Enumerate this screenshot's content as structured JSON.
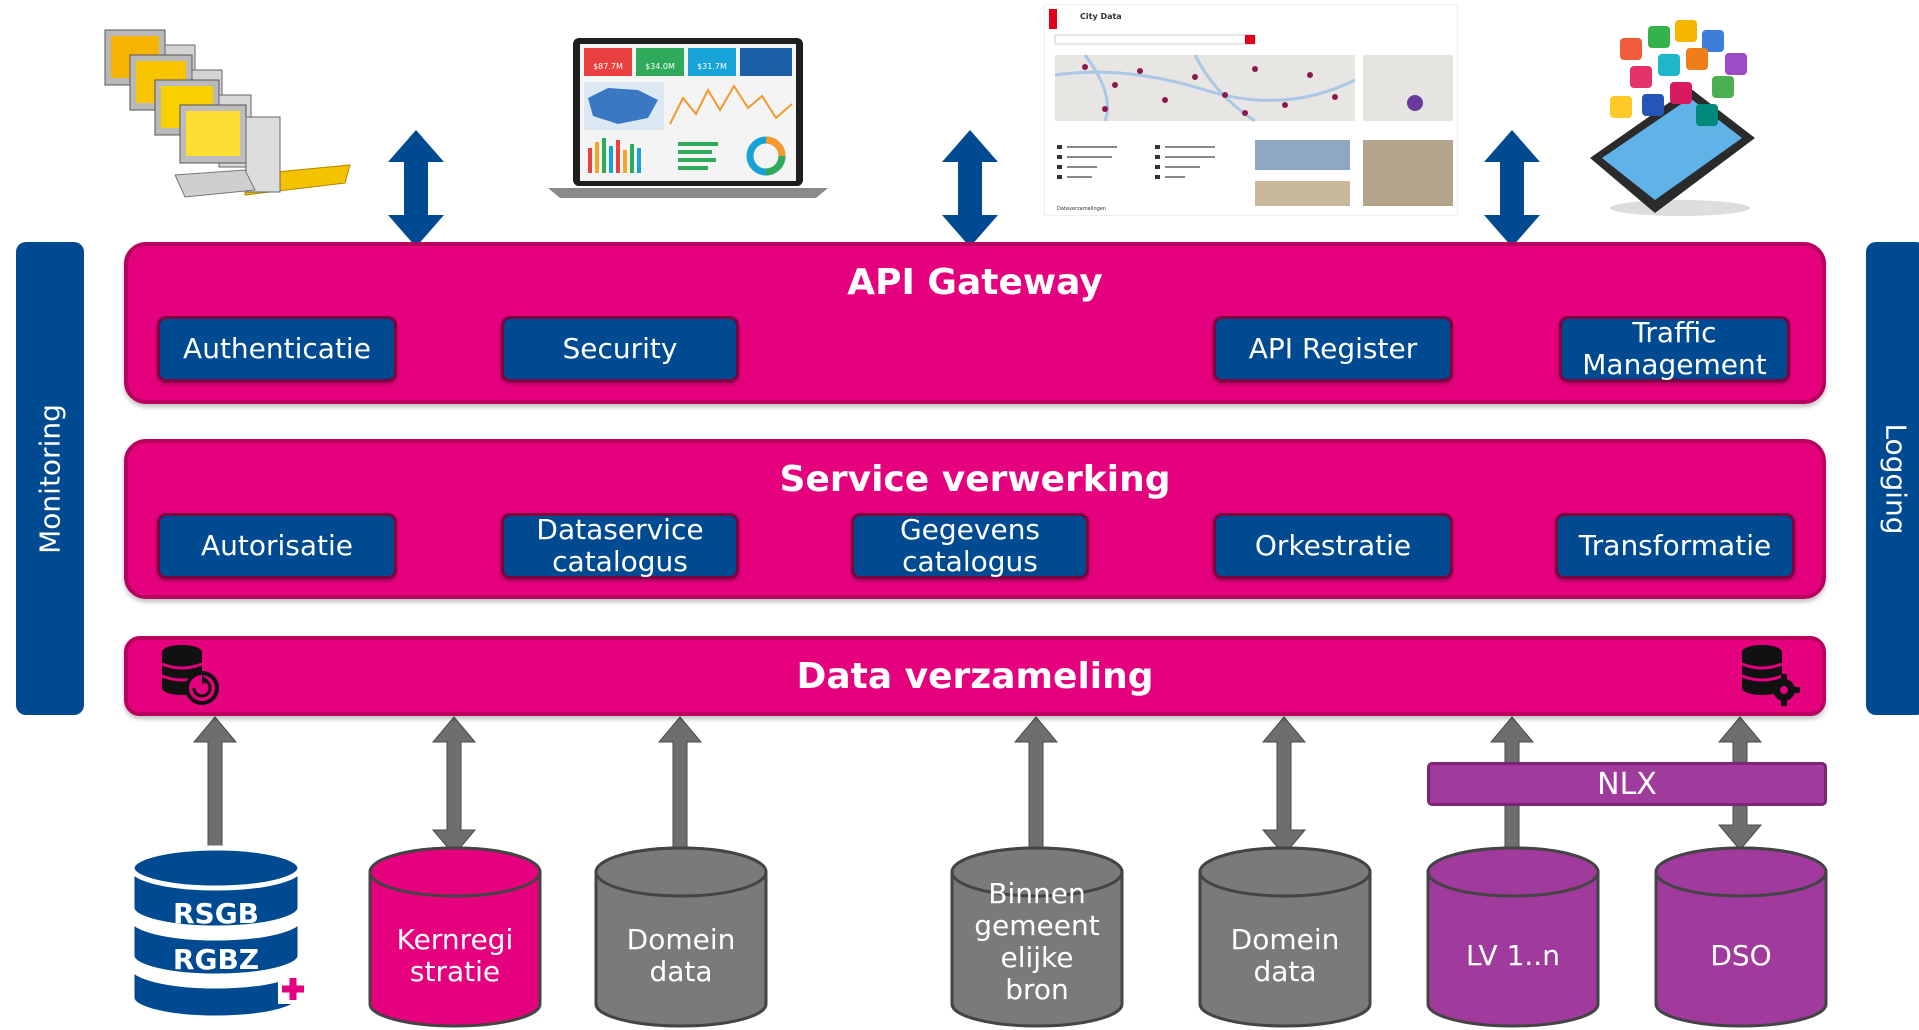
{
  "api_gateway": {
    "title": "API Gateway",
    "components": [
      "Authenticatie",
      "Security",
      "API Register",
      "Traffic\nManagement"
    ]
  },
  "service_verwerking": {
    "title": "Service verwerking",
    "components": [
      "Autorisatie",
      "Dataservice\ncatalogus",
      "Gegevens\ncatalogus",
      "Orkestratie",
      "Transformatie"
    ]
  },
  "data_verzameling": {
    "title": "Data verzameling"
  },
  "side_bars": {
    "left": "Monitoring",
    "right": "Logging"
  },
  "nlx": "NLX",
  "city_data_screenshot": {
    "title": "City Data",
    "footer": "Dataverzamelingen"
  },
  "dashboard_kpis": [
    "$87.7M",
    "$34.0M",
    "$31.7M"
  ],
  "sources": {
    "rsgb": [
      "RSGB",
      "RGBZ"
    ],
    "kernregistratie": "Kernregi\nstratie",
    "domein_data_1": "Domein\ndata",
    "binnengemeentelijke_bron": "Binnen\ngemeent\nelijke\nbron",
    "domein_data_2": "Domein\ndata",
    "lv": "LV 1..n",
    "dso": "DSO"
  },
  "colors": {
    "magenta": "#e5007d",
    "navy": "#004a91",
    "gray": "#7a7a7a",
    "purple": "#a03a9c",
    "arrow_gray": "#6e6e6e"
  }
}
